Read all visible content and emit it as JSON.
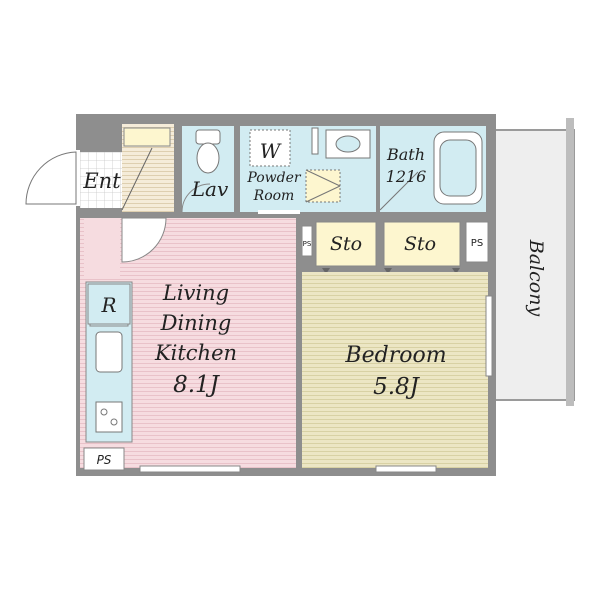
{
  "rooms": {
    "entrance": "Ent",
    "lavatory": "Lav",
    "washer": "W",
    "powder_room_line1": "Powder",
    "powder_room_line2": "Room",
    "bath_line1": "Bath",
    "bath_line2": "1216",
    "storage_1": "Sto",
    "storage_2": "Sto",
    "refrigerator": "R",
    "ldk_line1": "Living",
    "ldk_line2": "Dining",
    "ldk_line3": "Kitchen",
    "ldk_size": "8.1J",
    "bedroom_line1": "Bedroom",
    "bedroom_size": "5.8J",
    "balcony": "Balcony",
    "ps_small_left": "PS",
    "ps_small_right": "PS",
    "ps_bottom": "PS"
  },
  "colors": {
    "wall": "#8e8e8e",
    "wet_area": "#d2ecf2",
    "ldk_floor": "#f6dce0",
    "bedroom_floor": "#ece6c4",
    "storage": "#fdf6cf",
    "balcony": "#eeeeee",
    "entrance_floor": "#ffffff",
    "genkan": "#f5ecd9"
  }
}
